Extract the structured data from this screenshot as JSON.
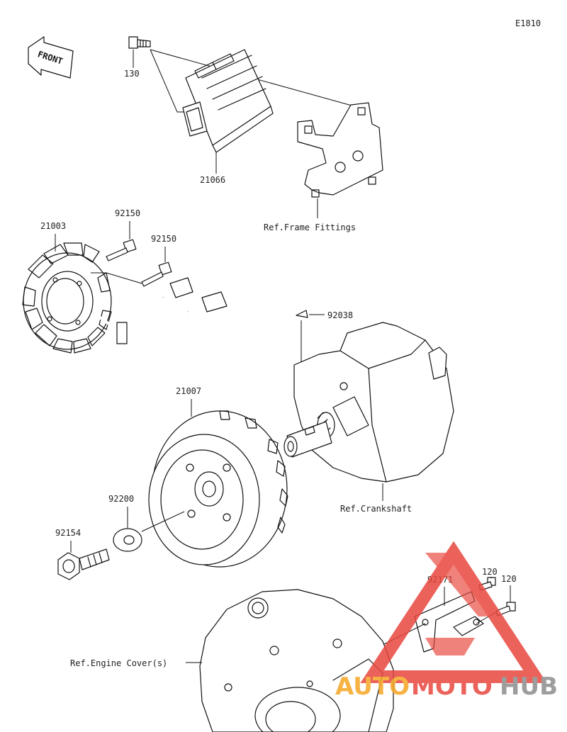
{
  "diagram_code": "E1810",
  "front_label": "FRONT",
  "parts": {
    "p130": "130",
    "p21066": "21066",
    "p21003": "21003",
    "p92150a": "92150",
    "p92150b": "92150",
    "p92038": "92038",
    "p21007": "21007",
    "p92200": "92200",
    "p92154": "92154",
    "p92171": "92171",
    "p120a": "120",
    "p120b": "120"
  },
  "refs": {
    "frame": "Ref.Frame Fittings",
    "crankshaft": "Ref.Crankshaft",
    "engine_cover": "Ref.Engine Cover(s)"
  },
  "watermark": {
    "auto": "AUTO",
    "moto": "MOTO",
    "hub": "HUB",
    "colors": {
      "red": "#e8473f",
      "orange": "#f5a623",
      "gray": "#8c8c8c"
    }
  }
}
